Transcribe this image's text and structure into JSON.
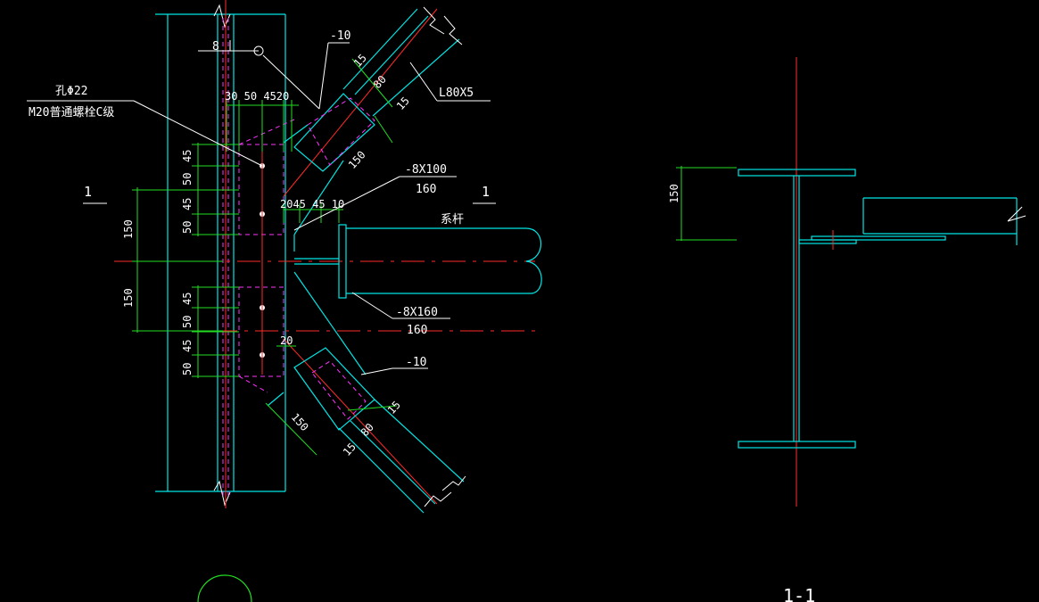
{
  "labels": {
    "plate_thk_top": "-10",
    "angle_section": "L80X5",
    "hole_dia": "孔Φ22",
    "bolt_spec": "M20普通螺栓C级",
    "plate_8x100": "-8X100",
    "plate_8x100_len": "160",
    "plate_8x160": "-8X160",
    "plate_8x160_len": "160",
    "plate_thk_bottom": "-10",
    "tie_bar": "系杆",
    "section_mark_left": "1",
    "section_mark_right": "1",
    "weld_size": "8",
    "section_title": "1-1"
  },
  "dims": {
    "top_horizontal": "30 50  4520",
    "top_vertical": [
      "45",
      "50",
      "45",
      "50"
    ],
    "bottom_vertical": [
      "45",
      "50",
      "45",
      "50"
    ],
    "big_top": "150",
    "big_bottom": "150",
    "mid_horizontal": "2045  45   10",
    "top_brace_edge_a": "15",
    "top_brace_width": "80",
    "top_brace_edge_b": "15",
    "top_gusset_len": "150",
    "bottom_gusset_offset": "20",
    "bottom_gusset_len": "150",
    "bottom_brace_width": "80",
    "bottom_brace_edge_a": "15",
    "bottom_brace_edge_b": "15",
    "section_height": "150"
  },
  "colors": {
    "background": "#000000",
    "steel": "#00e5e5",
    "centerline": "#ff2a2a",
    "hidden": "#ff33ff",
    "dimension": "#22dd22",
    "text": "#ffffff"
  }
}
